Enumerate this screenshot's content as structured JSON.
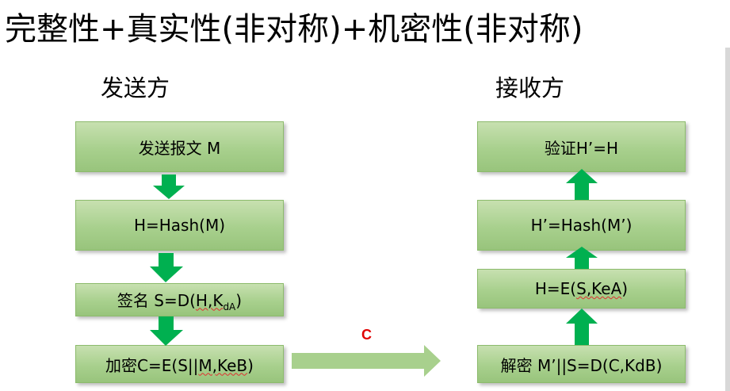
{
  "title": "完整性+真实性(非对称)+机密性(非对称)",
  "sender": {
    "heading": "发送方",
    "steps": [
      {
        "text": "发送报文 M"
      },
      {
        "text": "H=Hash(M)"
      },
      {
        "prefix": "签名 S=D(",
        "squiggle": "H,K",
        "sub": "dA",
        "suffix": ")"
      },
      {
        "prefix": "加密C=E(S||",
        "squiggle": "M,KeB",
        "suffix": ")"
      }
    ]
  },
  "receiver": {
    "heading": "接收方",
    "steps": [
      {
        "text": "验证H’=H"
      },
      {
        "text": "H’=Hash(M’)"
      },
      {
        "prefix": "H=E(",
        "squiggle": "S,KeA",
        "suffix": ")"
      },
      {
        "text": "解密 M’||S=D(C,KdB)"
      }
    ]
  },
  "transfer_label": "C",
  "colors": {
    "box_fill": "#a8d08d",
    "arrow_green": "#00b050",
    "transfer_arrow": "#a8d08d",
    "label_red": "#e00000"
  }
}
